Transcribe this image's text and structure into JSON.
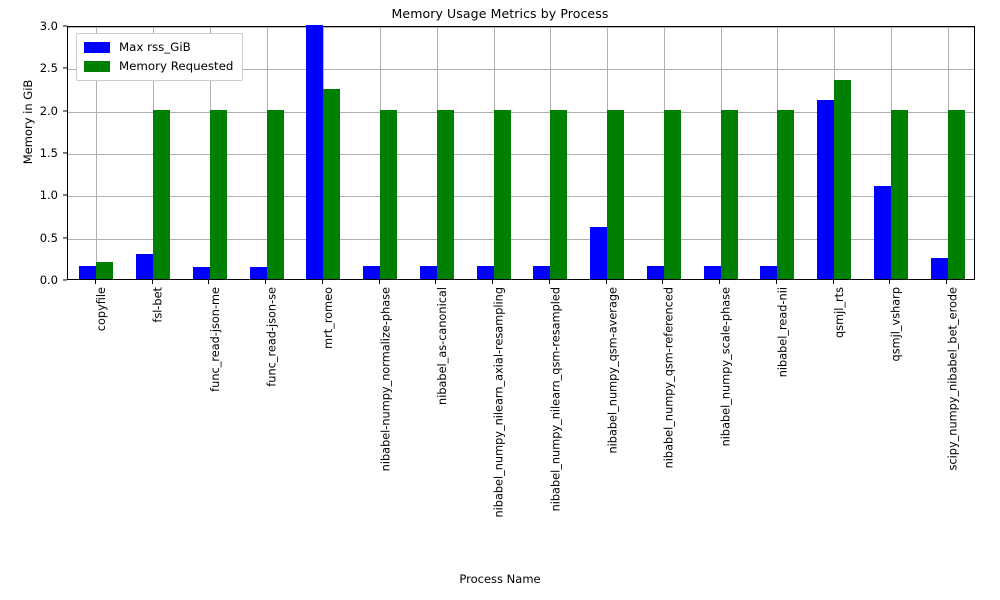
{
  "chart_data": {
    "type": "bar",
    "title": "Memory Usage Metrics by Process",
    "xlabel": "Process Name",
    "ylabel": "Memory in GiB",
    "ylim": [
      0.0,
      3.0
    ],
    "yticks": [
      "0.0",
      "0.5",
      "1.0",
      "1.5",
      "2.0",
      "2.5",
      "3.0"
    ],
    "ytick_values": [
      0.0,
      0.5,
      1.0,
      1.5,
      2.0,
      2.5,
      3.0
    ],
    "grid": true,
    "legend_position": "upper left",
    "categories": [
      "copyfile",
      "fsl-bet",
      "func_read-json-me",
      "func_read-json-se",
      "mrt_romeo",
      "nibabel-numpy_normalize-phase",
      "nibabel_as-canonical",
      "nibabel_numpy_nilearn_axial-resampling",
      "nibabel_numpy_nilearn_qsm-resampled",
      "nibabel_numpy_qsm-average",
      "nibabel_numpy_qsm-referenced",
      "nibabel_numpy_scale-phase",
      "nibabel_read-nii",
      "qsmjl_rts",
      "qsmjl_vsharp",
      "scipy_numpy_nibabel_bet_erode"
    ],
    "series": [
      {
        "name": "Max rss_GiB",
        "color": "#0000ff",
        "values": [
          0.15,
          0.29,
          0.14,
          0.14,
          3.0,
          0.15,
          0.15,
          0.15,
          0.15,
          0.61,
          0.15,
          0.15,
          0.15,
          2.12,
          1.1,
          0.25
        ]
      },
      {
        "name": "Memory Requested",
        "color": "#008000",
        "values": [
          0.2,
          2.0,
          2.0,
          2.0,
          2.25,
          2.0,
          2.0,
          2.0,
          2.0,
          2.0,
          2.0,
          2.0,
          2.0,
          2.35,
          2.0,
          2.0
        ]
      }
    ]
  }
}
